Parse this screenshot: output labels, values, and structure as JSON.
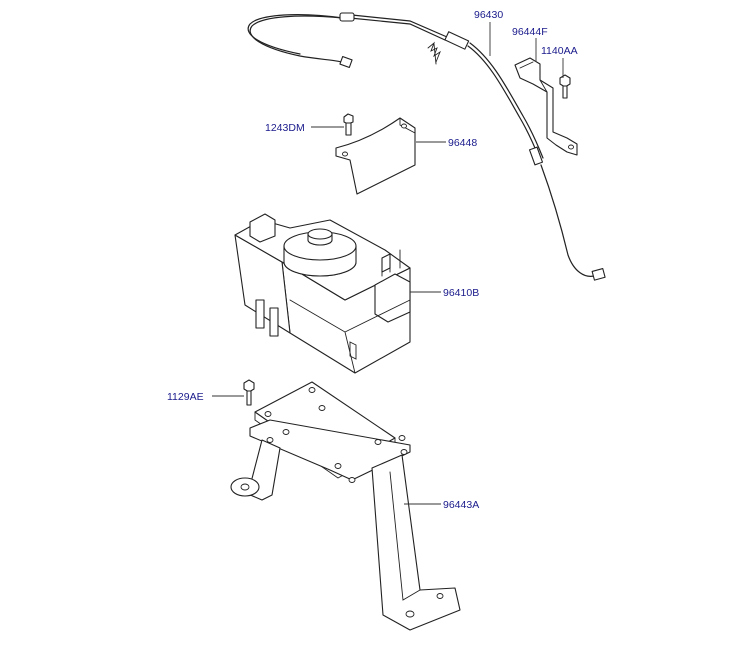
{
  "labels": {
    "cable_assembly": "96430",
    "cable_bracket": "96444F",
    "bracket_bolt": "1140AA",
    "cover_bolt": "1243DM",
    "cover": "96448",
    "actuator": "96410B",
    "mount_bolt": "1129AE",
    "mount_bracket": "96443A"
  },
  "colors": {
    "label_text": "#1a1a8c",
    "line_art": "#222222"
  }
}
